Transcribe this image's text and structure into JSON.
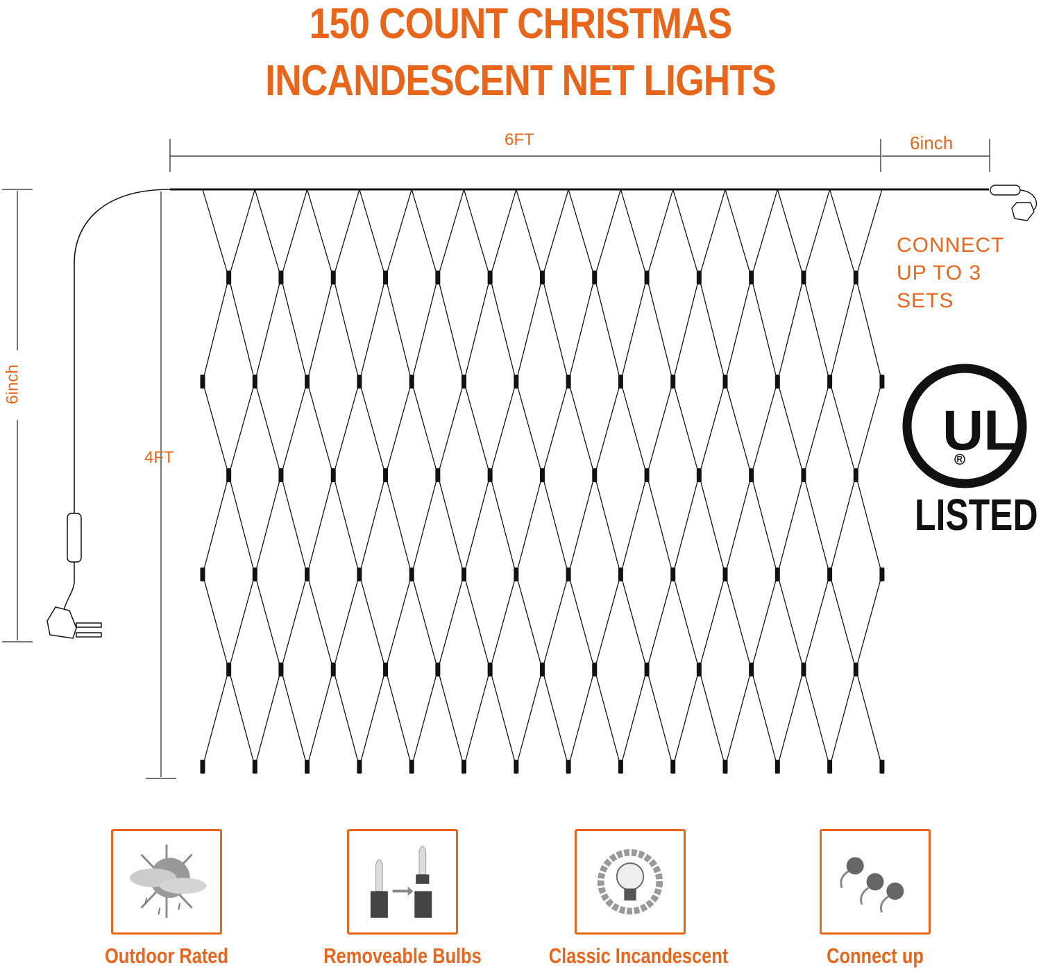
{
  "title": {
    "line1": "150 COUNT CHRISTMAS",
    "line2": "INCANDESCENT NET LIGHTS"
  },
  "dimensions": {
    "width_label": "6FT",
    "lead_label": "6inch",
    "height_label": "4FT",
    "cord_label": "6inch"
  },
  "connect_text": {
    "line1": "CONNECT",
    "line2": "UP TO 3 SETS"
  },
  "certification": {
    "logo_text": "UL",
    "listed_label": "LISTED"
  },
  "features": [
    {
      "label": "Outdoor Rated",
      "icon": "weather-icon"
    },
    {
      "label": "Removeable Bulbs",
      "icon": "bulb-swap-icon"
    },
    {
      "label": "Classic Incandescent",
      "icon": "light-bulb-icon"
    },
    {
      "label": "Connect up",
      "icon": "plugs-icon"
    }
  ],
  "colors": {
    "accent": "#e8661c",
    "wire": "#111111"
  }
}
